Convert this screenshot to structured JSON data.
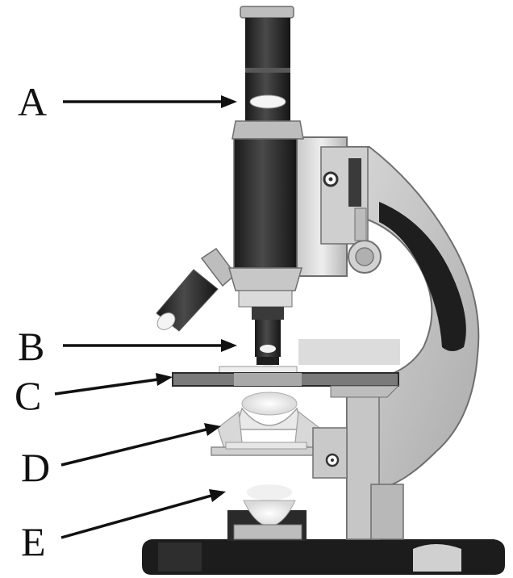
{
  "labels": {
    "a": "A",
    "b": "B",
    "c": "C",
    "d": "D",
    "e": "E"
  },
  "colors": {
    "metal_light": "#dcdcdc",
    "metal_mid": "#bdbdbd",
    "metal_dark": "#8a8a8a",
    "tube_dark": "#2a2a2a",
    "base_black": "#1c1c1c",
    "stage_gray": "#7a7a7a",
    "line": "#111111"
  }
}
